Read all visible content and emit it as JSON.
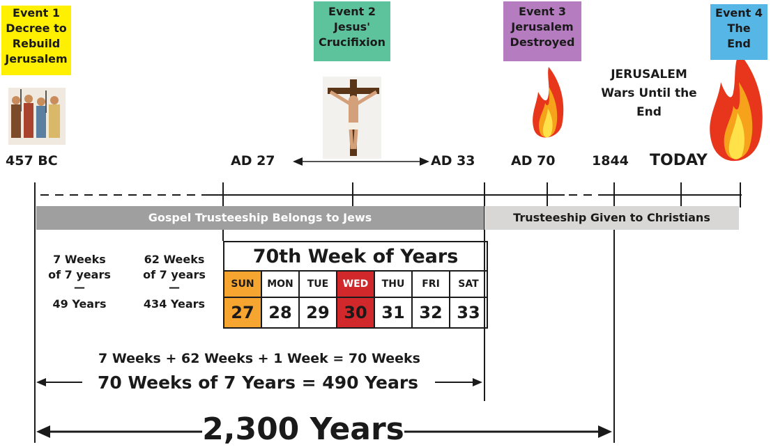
{
  "events": [
    {
      "lines": [
        "Event 1",
        "Decree to",
        "Rebuild",
        "Jerusalem"
      ],
      "color": "#ffef00"
    },
    {
      "lines": [
        "Event 2",
        "Jesus'",
        "Crucifixion"
      ],
      "color": "#5cc39c"
    },
    {
      "lines": [
        "Event 3",
        "Jerusalem",
        "Destroyed"
      ],
      "color": "#b57cc0"
    },
    {
      "lines": [
        "Event 4",
        "The",
        "End"
      ],
      "color": "#56b6e6"
    }
  ],
  "years": {
    "y457": "457 BC",
    "ad27": "AD 27",
    "ad33": "AD 33",
    "ad70": "AD 70",
    "y1844": "1844",
    "today": "TODAY"
  },
  "wars_note": [
    "JERUSALEM",
    "Wars Until the",
    "End"
  ],
  "bands": {
    "jews": {
      "label": "Gospel Trusteeship Belongs to Jews",
      "color": "#a09f9f"
    },
    "christians": {
      "label": "Trusteeship Given to Christians",
      "color": "#d8d7d6"
    }
  },
  "periods": {
    "seven_weeks": {
      "line1": "7 Weeks",
      "line2": "of 7 years",
      "dash": "—",
      "years": "49 Years"
    },
    "sixtytwo_weeks": {
      "line1": "62 Weeks",
      "line2": "of 7 years",
      "dash": "—",
      "years": "434 Years"
    }
  },
  "week70": {
    "title": "70th Week of Years",
    "days": [
      {
        "name": "SUN",
        "num": "27",
        "highlight": "#f7a531"
      },
      {
        "name": "MON",
        "num": "28",
        "highlight": ""
      },
      {
        "name": "TUE",
        "num": "29",
        "highlight": ""
      },
      {
        "name": "WED",
        "num": "30",
        "highlight": "#d1282b"
      },
      {
        "name": "THU",
        "num": "31",
        "highlight": ""
      },
      {
        "name": "FRI",
        "num": "32",
        "highlight": ""
      },
      {
        "name": "SAT",
        "num": "33",
        "highlight": ""
      }
    ]
  },
  "equation": "7 Weeks + 62 Weeks + 1 Week = 70 Weeks",
  "seventy_weeks": "70 Weeks of 7 Years = 490 Years",
  "total": "2,300 Years"
}
